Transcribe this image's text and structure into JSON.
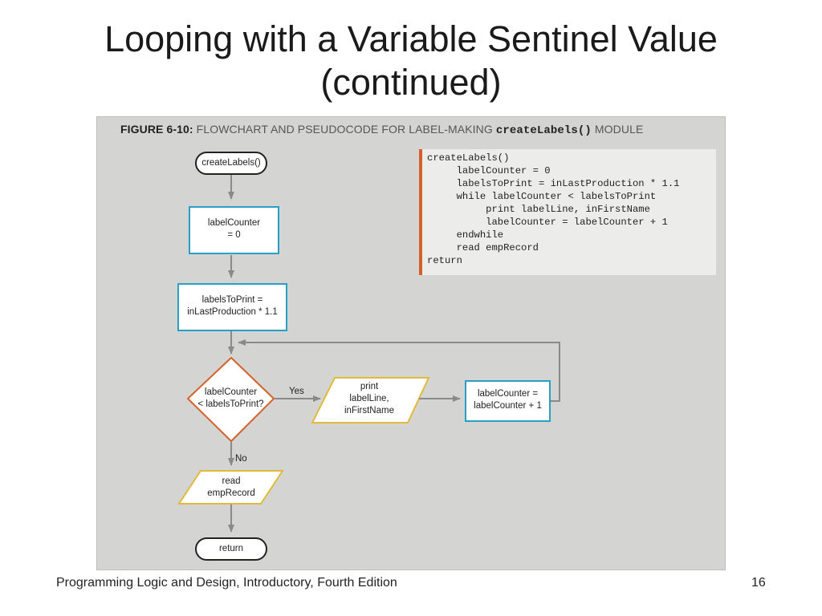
{
  "slide": {
    "title_line1": "Looping with a Variable Sentinel Value",
    "title_line2": "(continued)",
    "footer": "Programming Logic and Design, Introductory, Fourth Edition",
    "page_number": "16"
  },
  "figure": {
    "number": "FIGURE 6-10:",
    "caption": "FLOWCHART AND PSEUDOCODE FOR LABEL-MAKING",
    "caption_code": "createLabels()",
    "caption_suffix": "MODULE"
  },
  "pseudocode": [
    "createLabels()",
    "     labelCounter = 0",
    "     labelsToPrint = inLastProduction * 1.1",
    "     while labelCounter < labelsToPrint",
    "          print labelLine, inFirstName",
    "          labelCounter = labelCounter + 1",
    "     endwhile",
    "     read empRecord",
    "return"
  ],
  "flowchart": {
    "start": "createLabels()",
    "init_line1": "labelCounter",
    "init_line2": "= 0",
    "compute_line1": "labelsToPrint =",
    "compute_line2": "inLastProduction * 1.1",
    "decision_line1": "labelCounter",
    "decision_line2": "< labelsToPrint?",
    "yes_label": "Yes",
    "no_label": "No",
    "print_line1": "print",
    "print_line2": "labelLine,",
    "print_line3": "inFirstName",
    "increment_line1": "labelCounter =",
    "increment_line2": "labelCounter + 1",
    "read_line1": "read",
    "read_line2": "empRecord",
    "end": "return"
  },
  "colors": {
    "process_border": "#2a9fc6",
    "io_border": "#e2b93b",
    "decision_border": "#d4622b",
    "terminal_border": "#222222",
    "arrow": "#8a8a8a",
    "panel_bg": "#d4d4d2"
  }
}
